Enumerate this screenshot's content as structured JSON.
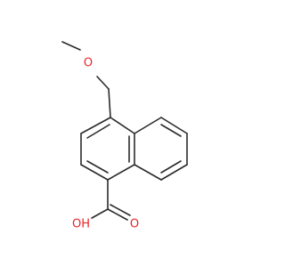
{
  "molecule": {
    "atoms": {
      "methoxy_oxygen": {
        "label": "O"
      },
      "carbonyl_oxygen": {
        "label": "O"
      },
      "hydroxyl": {
        "label": "OH"
      }
    },
    "colors": {
      "bond": "#2b2b2b",
      "oxygen": "#e8262a"
    }
  }
}
